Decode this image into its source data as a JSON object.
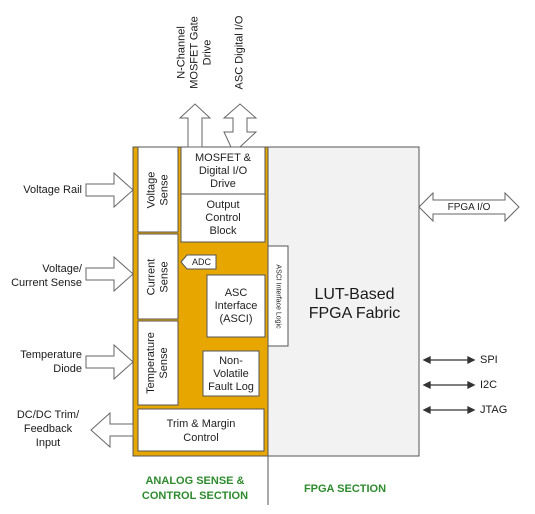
{
  "inputs": {
    "voltage_rail": "Voltage Rail",
    "voltage_current_sense": [
      "Voltage/",
      "Current Sense"
    ],
    "temperature_diode": [
      "Temperature",
      "Diode"
    ],
    "dc_dc_trim": [
      "DC/DC Trim/",
      "Feedback",
      "Input"
    ]
  },
  "top_outputs": {
    "gate_drive": [
      "N-Channel",
      "MOSFET Gate",
      "Drive"
    ],
    "asc_digital_io": "ASC Digital I/O"
  },
  "blocks": {
    "voltage_sense": [
      "Voltage",
      "Sense"
    ],
    "current_sense": [
      "Current",
      "Sense"
    ],
    "temperature_sense": [
      "Temperature",
      "Sense"
    ],
    "mosfet_drive": [
      "MOSFET &",
      "Digital I/O",
      "Drive"
    ],
    "output_control": [
      "Output",
      "Control",
      "Block"
    ],
    "adc": "ADC",
    "asci": [
      "ASC",
      "Interface",
      "(ASCI)"
    ],
    "fault_log": [
      "Non-",
      "Volatile",
      "Fault Log"
    ],
    "asci_logic": "ASCI Interface Logic",
    "trim_margin": [
      "Trim & Margin",
      "Control"
    ],
    "fpga_fabric": [
      "LUT-Based",
      "FPGA Fabric"
    ]
  },
  "right_io": {
    "fpga_io": "FPGA I/O",
    "spi": "SPI",
    "i2c": "I2C",
    "jtag": "JTAG"
  },
  "sections": {
    "analog": [
      "ANALOG SENSE &",
      "CONTROL SECTION"
    ],
    "fpga": "FPGA SECTION"
  },
  "colors": {
    "analog_fill": "#e8a600",
    "fpga_fill": "#f2f2f2",
    "arrow_fill": "#ffffff",
    "section_text": "#2e8b2e"
  }
}
